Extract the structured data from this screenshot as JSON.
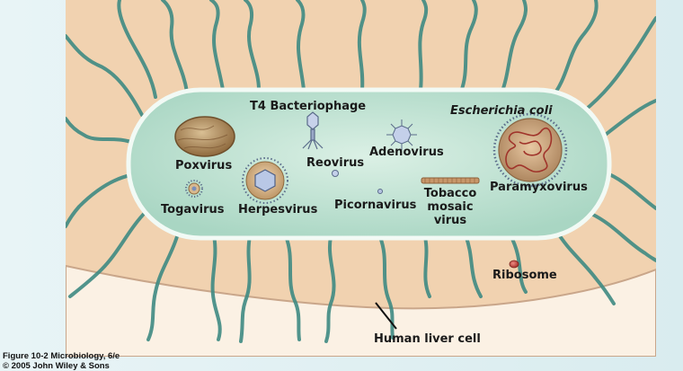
{
  "colors": {
    "page_background": "#dcedf0",
    "host_cell": "#f1d2b0",
    "host_cell_edge": "#c9a68a",
    "bacterium_fill": "#c6e6d8",
    "bacterium_edge": "#eef8f2",
    "flagella": "#5e9f98",
    "virus_brown": "#b7905e",
    "ribosome": "#c2403a"
  },
  "labels": {
    "t4": "T4 Bacteriophage",
    "ecoli": "Escherichia coli",
    "poxvirus": "Poxvirus",
    "reovirus": "Reovirus",
    "adenovirus": "Adenovirus",
    "paramyxovirus": "Paramyxovirus",
    "togavirus": "Togavirus",
    "herpesvirus": "Herpesvirus",
    "picornavirus": "Picornavirus",
    "tobacco1": "Tobacco",
    "tobacco2": "mosaic",
    "tobacco3": "virus",
    "ribosome": "Ribosome",
    "liver": "Human liver cell"
  },
  "caption": {
    "line1": "Figure 10-2  Microbiology, 6/e",
    "line2": "© 2005 John Wiley & Sons"
  }
}
